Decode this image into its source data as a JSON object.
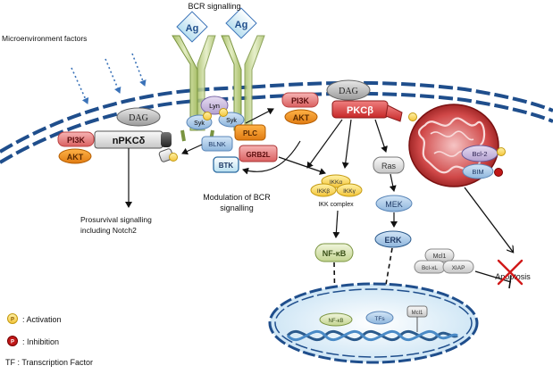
{
  "header": {
    "bcr_signalling": "BCR signalling",
    "microenvironment": "Microenvironment factors"
  },
  "receptor": {
    "ag_left": "Ag",
    "ag_right": "Ag",
    "lyn": "Lyn",
    "syk_left": "Syk",
    "syk_right": "Syk"
  },
  "left_pathway": {
    "dag": "DAG",
    "pi3k": "PI3K",
    "akt": "AKT",
    "npkc": "nPKCδ",
    "prosurvival": "Prosurvival signalling",
    "including": "including Notch2"
  },
  "adaptors": {
    "blnk": "BLNK",
    "plc": "PLC",
    "btk": "BTK",
    "grb2l": "GRB2L",
    "modulation_1": "Modulation of BCR",
    "modulation_2": "signalling"
  },
  "center_pathway": {
    "dag": "DAG",
    "pi3k": "PI3K",
    "akt": "AKT",
    "pkcb": "PKCβ",
    "ikka": "IKKα",
    "ikkb": "IKKβ",
    "ikkg": "IKKγ",
    "ikk_complex": "IKK complex",
    "ras": "Ras",
    "mek": "MEK",
    "erk": "ERK",
    "nfkb": "NF-κB"
  },
  "mitochondria": {
    "bcl2": "Bcl-2",
    "bim": "BIM",
    "mcl1": "Mcl1",
    "bclxl": "Bcl-xL",
    "xiap": "XIAP",
    "apoptosis": "Apoptosis"
  },
  "nucleus": {
    "nfkb": "NF-κB",
    "tfs": "TFs",
    "mcl1": "Mcl1"
  },
  "badges": {
    "p": "P",
    "i": "P"
  },
  "legend": {
    "activation": ": Activation",
    "inhibition": ": Inhibition",
    "tf": "TF : Transcription Factor"
  }
}
